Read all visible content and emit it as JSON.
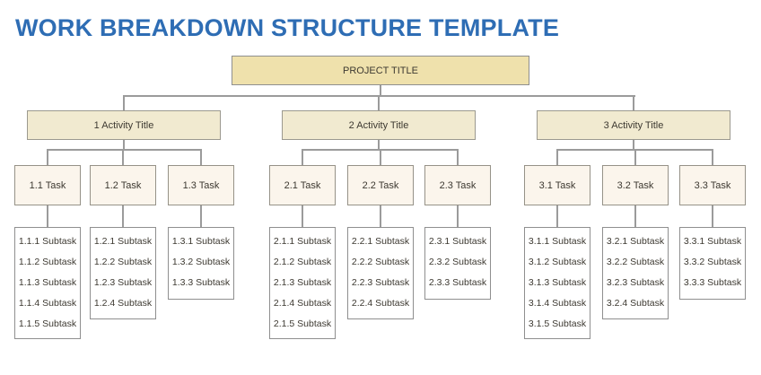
{
  "title": "WORK BREAKDOWN STRUCTURE TEMPLATE",
  "colors": {
    "title_blue": "#2e6db4",
    "project_fill": "#efe1ac",
    "activity_fill": "#f1ead0",
    "task_fill": "#fbf5ec",
    "subtask_fill": "#ffffff",
    "border_gray": "#8f8f8f",
    "connector_gray": "#9b9b9b"
  },
  "tree": {
    "project_label": "PROJECT TITLE",
    "activities": [
      {
        "label": "1 Activity Title",
        "tasks": [
          {
            "label": "1.1 Task",
            "subtasks": [
              "1.1.1 Subtask",
              "1.1.2 Subtask",
              "1.1.3 Subtask",
              "1.1.4 Subtask",
              "1.1.5 Subtask"
            ]
          },
          {
            "label": "1.2 Task",
            "subtasks": [
              "1.2.1 Subtask",
              "1.2.2 Subtask",
              "1.2.3 Subtask",
              "1.2.4 Subtask"
            ]
          },
          {
            "label": "1.3 Task",
            "subtasks": [
              "1.3.1 Subtask",
              "1.3.2 Subtask",
              "1.3.3 Subtask"
            ]
          }
        ]
      },
      {
        "label": "2 Activity Title",
        "tasks": [
          {
            "label": "2.1 Task",
            "subtasks": [
              "2.1.1 Subtask",
              "2.1.2 Subtask",
              "2.1.3 Subtask",
              "2.1.4 Subtask",
              "2.1.5 Subtask"
            ]
          },
          {
            "label": "2.2 Task",
            "subtasks": [
              "2.2.1 Subtask",
              "2.2.2 Subtask",
              "2.2.3 Subtask",
              "2.2.4 Subtask"
            ]
          },
          {
            "label": "2.3 Task",
            "subtasks": [
              "2.3.1 Subtask",
              "2.3.2 Subtask",
              "2.3.3 Subtask"
            ]
          }
        ]
      },
      {
        "label": "3 Activity Title",
        "tasks": [
          {
            "label": "3.1 Task",
            "subtasks": [
              "3.1.1 Subtask",
              "3.1.2 Subtask",
              "3.1.3 Subtask",
              "3.1.4 Subtask",
              "3.1.5 Subtask"
            ]
          },
          {
            "label": "3.2 Task",
            "subtasks": [
              "3.2.1 Subtask",
              "3.2.2 Subtask",
              "3.2.3 Subtask",
              "3.2.4 Subtask"
            ]
          },
          {
            "label": "3.3 Task",
            "subtasks": [
              "3.3.1 Subtask",
              "3.3.2 Subtask",
              "3.3.3 Subtask"
            ]
          }
        ]
      }
    ]
  }
}
